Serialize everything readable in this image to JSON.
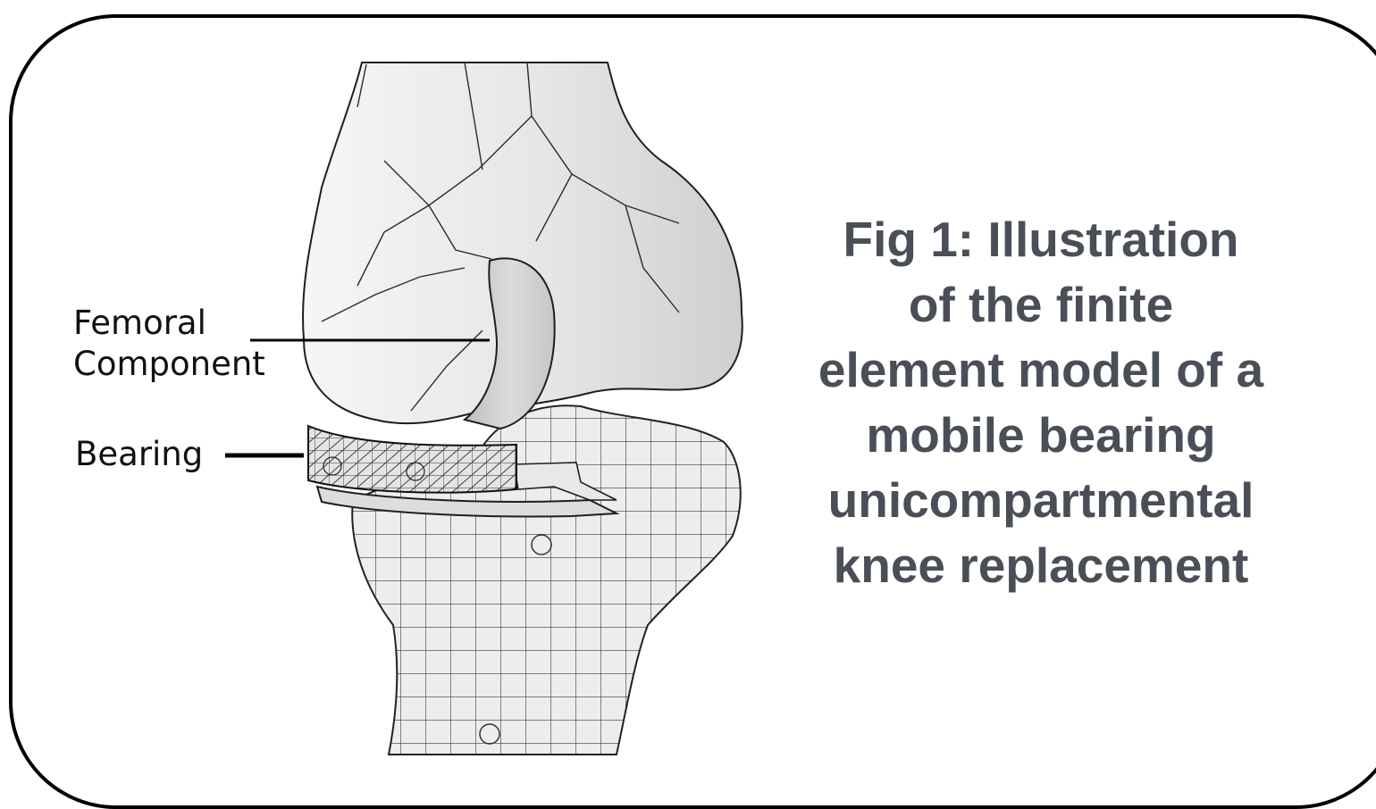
{
  "labels": {
    "femoral_line1": "Femoral",
    "femoral_line2": "Component",
    "bearing": "Bearing"
  },
  "caption": {
    "lines": [
      "Fig 1: Illustration",
      "of the finite",
      "element model of a",
      "mobile bearing",
      "unicompartmental",
      "knee replacement"
    ]
  },
  "colors": {
    "frame": "#000000",
    "caption_text": "#4a4f57",
    "label_text": "#111111",
    "bone_fill": "#ececec",
    "mesh_line": "#3a3a3a"
  }
}
